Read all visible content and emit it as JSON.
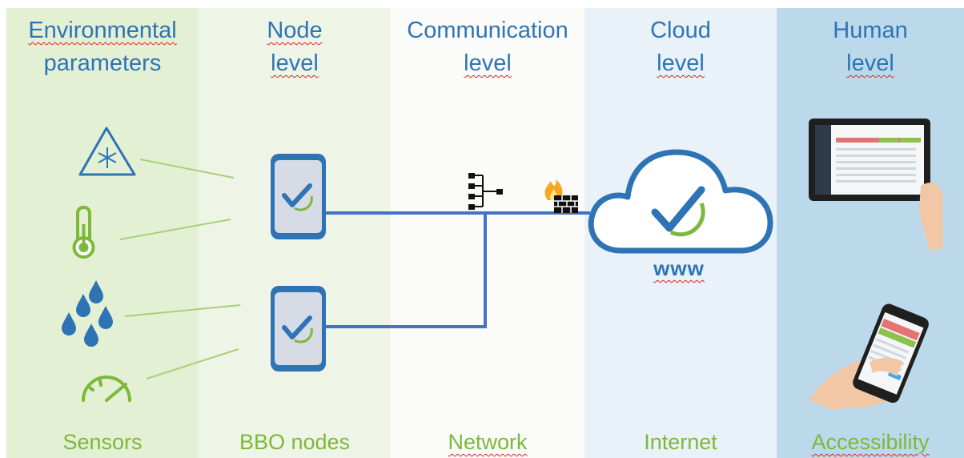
{
  "columns": [
    {
      "title_lines": [
        "Environmental",
        "parameters"
      ],
      "footer": "Sensors"
    },
    {
      "title_lines": [
        "Node",
        "level"
      ],
      "footer": "BBO nodes"
    },
    {
      "title_lines": [
        "Communication",
        "level"
      ],
      "footer": "Network"
    },
    {
      "title_lines": [
        "Cloud",
        "level"
      ],
      "footer": "Internet"
    },
    {
      "title_lines": [
        "Human",
        "level"
      ],
      "footer": "Accessibility"
    }
  ],
  "cloud_label": "www",
  "colors": {
    "heading_blue": "#2e74b5",
    "footer_green": "#7db83a",
    "link_blue": "#4472c4",
    "col_env": "#e3f0d4",
    "col_node": "#eef5e7",
    "col_cloud": "#eaf2f9",
    "col_human": "#bcd9ec"
  },
  "icons": [
    "snowflake-warning-icon",
    "thermometer-icon",
    "water-drops-icon",
    "gauge-icon",
    "bbo-node-icon",
    "network-switch-icon",
    "firewall-icon",
    "cloud-icon",
    "tablet-icon",
    "smartphone-icon"
  ]
}
